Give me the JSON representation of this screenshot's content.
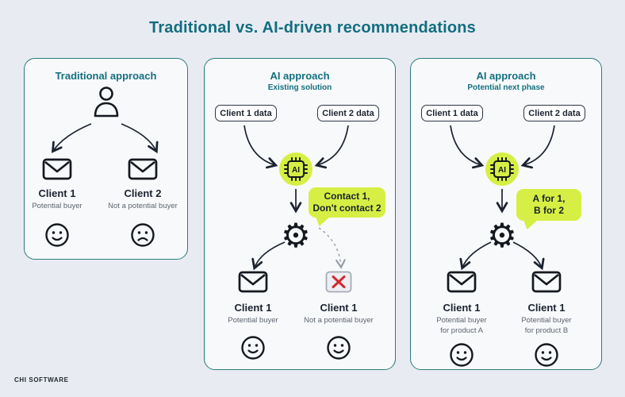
{
  "title": "Traditional vs. AI-driven recommendations",
  "brand": "CHI SOFTWARE",
  "colors": {
    "accent_teal": "#14707f",
    "panel_border_teal": "#2a7b80",
    "highlight_green": "#d7ef44",
    "error_red": "#cf2b2b"
  },
  "panel_traditional": {
    "heading": "Traditional approach",
    "left": {
      "name": "Client 1",
      "status": "Potential buyer",
      "mood": "happy"
    },
    "right": {
      "name": "Client 2",
      "status": "Not a potential buyer",
      "mood": "sad"
    }
  },
  "panel_ai_existing": {
    "heading": "AI approach",
    "subheading": "Existing solution",
    "input_left": "Client 1 data",
    "input_right": "Client 2 data",
    "ai_label": "AI",
    "bubble_line1": "Contact 1,",
    "bubble_line2": "Don't contact 2",
    "left": {
      "name": "Client 1",
      "status": "Potential buyer",
      "mood": "happy"
    },
    "right": {
      "name": "Client 1",
      "status": "Not a potential buyer",
      "mood": "happy"
    }
  },
  "panel_ai_next": {
    "heading": "AI approach",
    "subheading": "Potential next phase",
    "input_left": "Client 1 data",
    "input_right": "Client 2 data",
    "ai_label": "AI",
    "bubble_line1": "A for 1,",
    "bubble_line2": "B for 2",
    "left": {
      "name": "Client 1",
      "status_line1": "Potential buyer",
      "status_line2": "for product A",
      "mood": "happy"
    },
    "right": {
      "name": "Client 1",
      "status_line1": "Potential buyer",
      "status_line2": "for product B",
      "mood": "happy"
    }
  }
}
